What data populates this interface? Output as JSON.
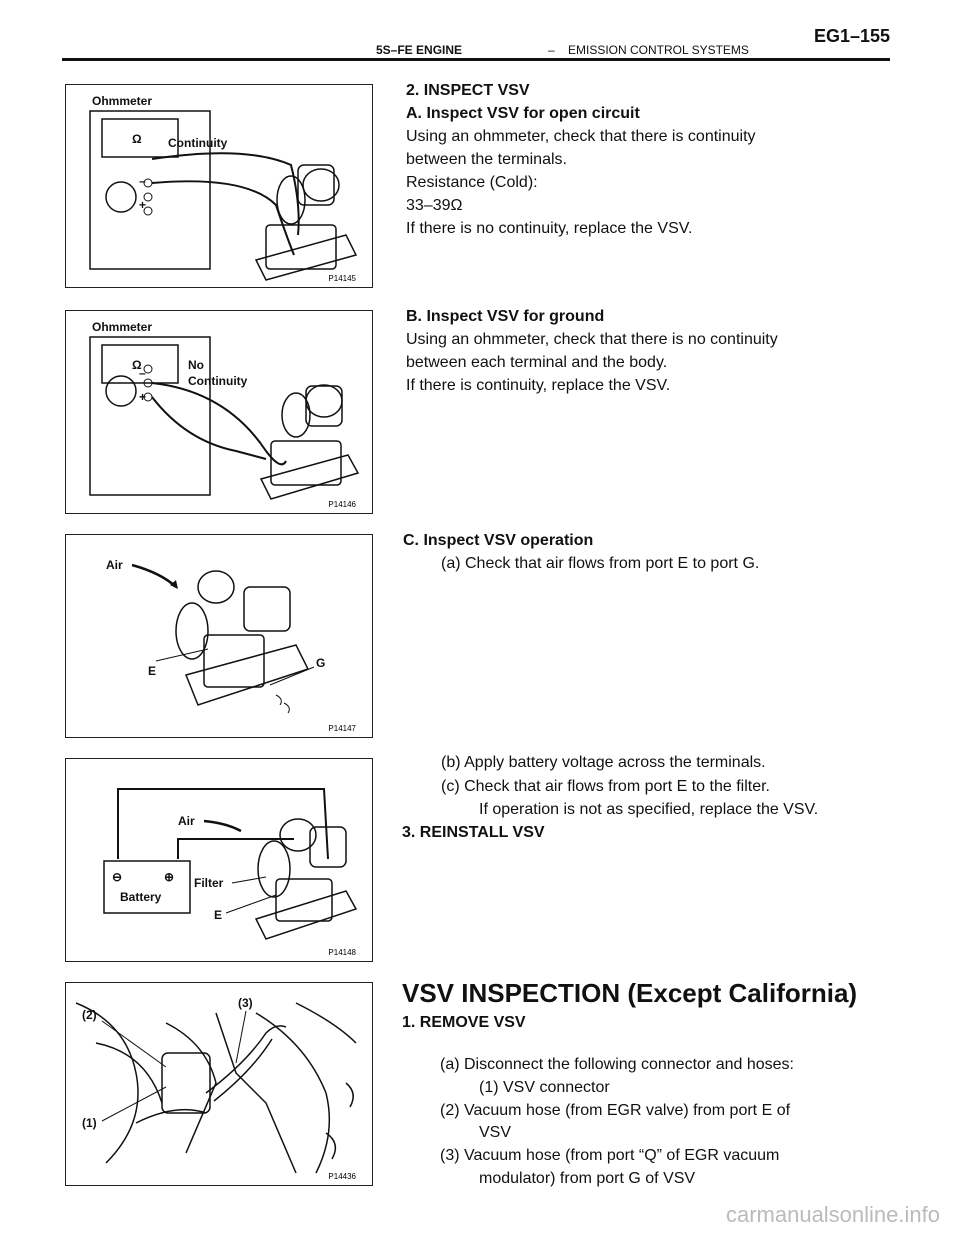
{
  "header": {
    "engine": "5S–FE ENGINE",
    "dash": "–",
    "section": "EMISSION CONTROL SYSTEMS",
    "page": "EG1–155"
  },
  "figures": [
    {
      "labels": [
        "Ohmmeter",
        "Ω",
        "Continuity",
        "–",
        "+"
      ],
      "code": "P14145"
    },
    {
      "labels": [
        "Ohmmeter",
        "Ω",
        "No",
        "Continuity",
        "–",
        "+"
      ],
      "code": "P14146"
    },
    {
      "labels": [
        "Air",
        "E",
        "G"
      ],
      "code": "P14147"
    },
    {
      "labels": [
        "Air",
        "Filter",
        "E",
        "Battery",
        "⊖",
        "⊕"
      ],
      "code": "P14148"
    },
    {
      "labels": [
        "(2)",
        "(3)",
        "(1)"
      ],
      "code": "P14436"
    }
  ],
  "section2": {
    "heading": "2. INSPECT VSV",
    "a_heading": "A. Inspect VSV for open circuit",
    "a_lines": [
      "Using an ohmmeter, check that there is continuity",
      "between the terminals.",
      "Resistance (Cold):",
      "33–39Ω",
      "If there is no continuity, replace the VSV."
    ],
    "b_heading": "B. Inspect VSV for ground",
    "b_lines": [
      "Using an ohmmeter, check that there is no continuity",
      "between each terminal and the body.",
      "If there is continuity, replace the VSV."
    ],
    "c_heading": "C. Inspect VSV operation",
    "c_a": "(a) Check that air flows from port E to port G.",
    "c_b": "(b) Apply battery voltage across the terminals.",
    "c_c": "(c) Check that air flows from port E to the filter.",
    "c_note": "If operation is not as specified, replace the VSV."
  },
  "section3": {
    "heading": "3. REINSTALL VSV"
  },
  "vsv_except": {
    "title": "VSV INSPECTION (Except California)",
    "step1": "1. REMOVE VSV",
    "a": "(a) Disconnect the following connector and hoses:",
    "a1": "(1) VSV connector",
    "a2": "(2) Vacuum hose (from EGR valve) from port E of",
    "a2b": "VSV",
    "a3": "(3) Vacuum hose (from port “Q” of EGR vacuum",
    "a3b": "modulator) from port G of VSV"
  },
  "watermark": "carmanualsonline.info"
}
